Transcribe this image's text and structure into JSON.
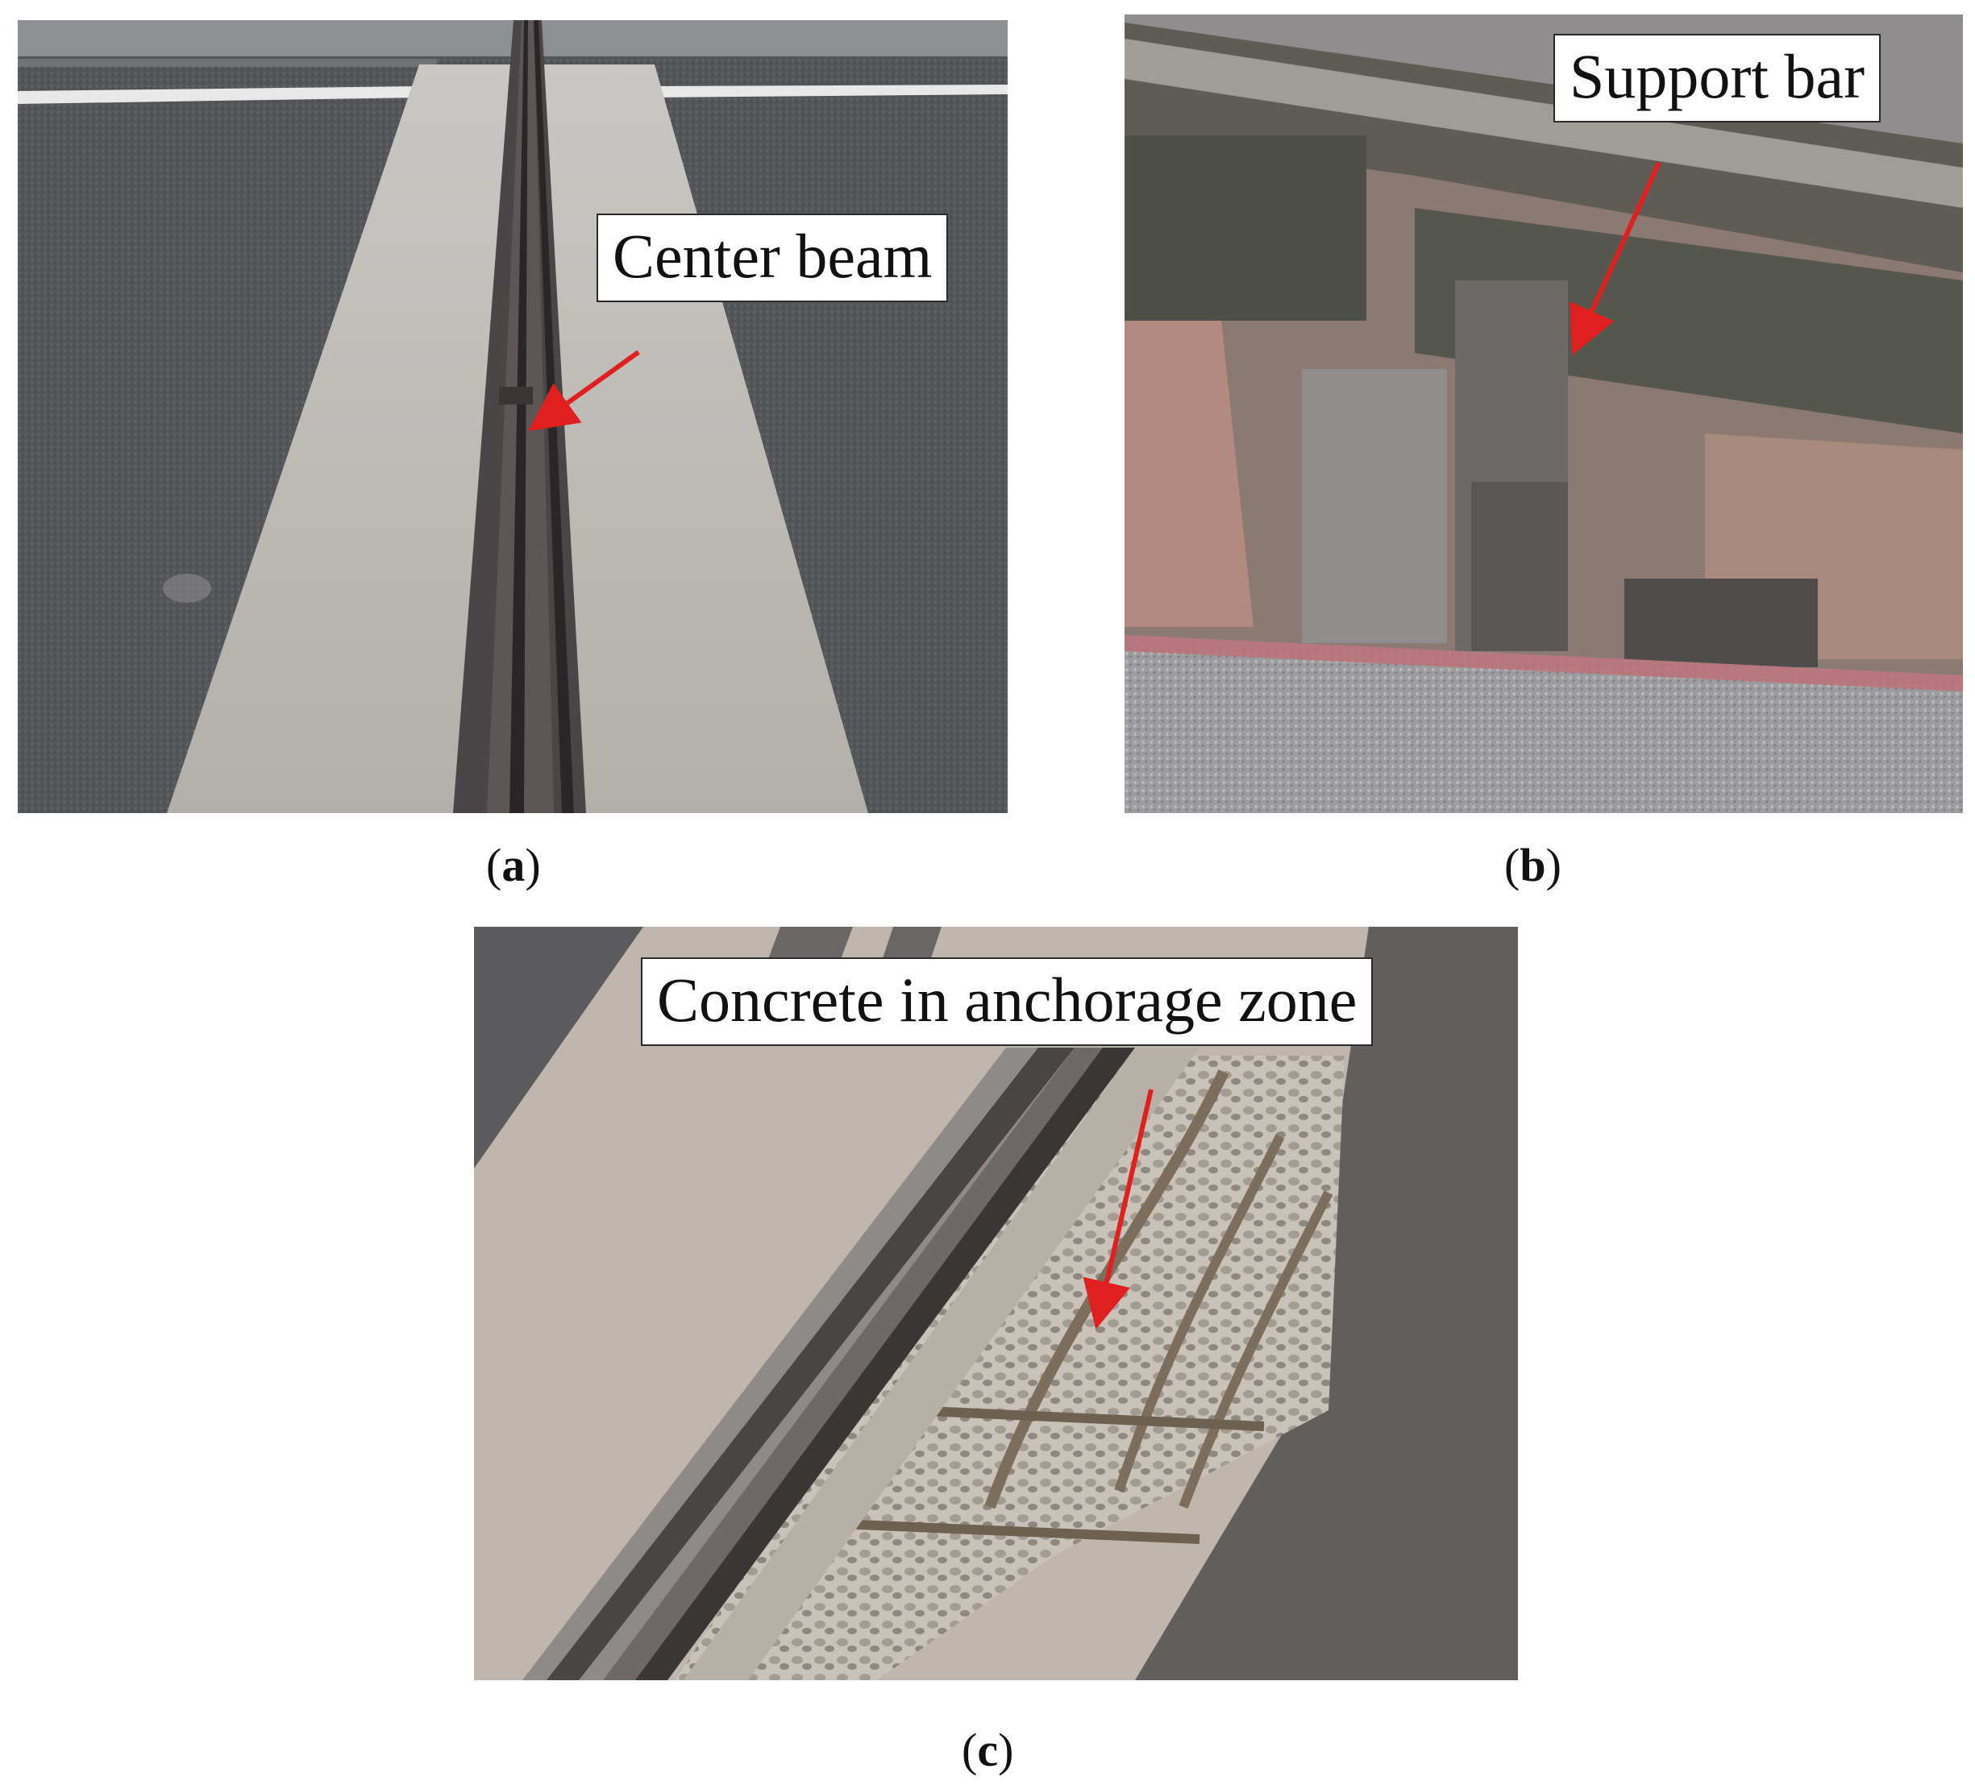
{
  "panels": {
    "a": {
      "caption_letter": "a",
      "callout": "Center beam"
    },
    "b": {
      "caption_letter": "b",
      "callout": "Support bar"
    },
    "c": {
      "caption_letter": "c",
      "callout": "Concrete in anchorage zone"
    }
  },
  "colors": {
    "asphalt": "#5a5a5e",
    "concrete": "#b9b6b1",
    "steel": "#3e3a3c",
    "arrow": "#e02020"
  }
}
